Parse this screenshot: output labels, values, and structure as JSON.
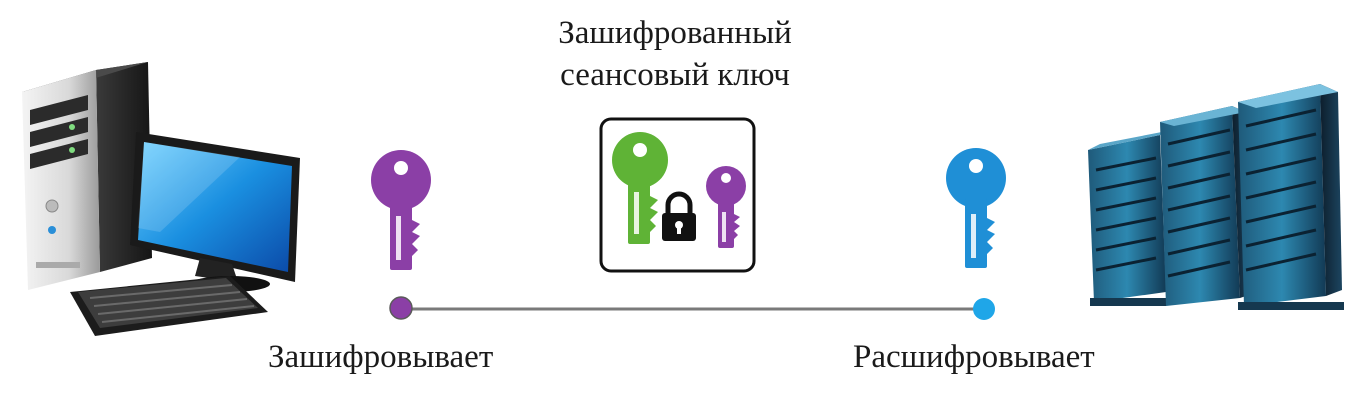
{
  "caption": {
    "line1": "Зашифрованный",
    "line2": "сеансовый ключ"
  },
  "client_label": "Зашифровывает",
  "server_label": "Расшифровывает",
  "colors": {
    "purple_key": "#8b3fa6",
    "green_key": "#5fb336",
    "blue_key": "#1f8fd6",
    "line": "#7a7a7a",
    "lock": "#111111"
  },
  "icons": [
    "computer-icon",
    "key-icon",
    "lock-icon",
    "server-rack-icon"
  ]
}
